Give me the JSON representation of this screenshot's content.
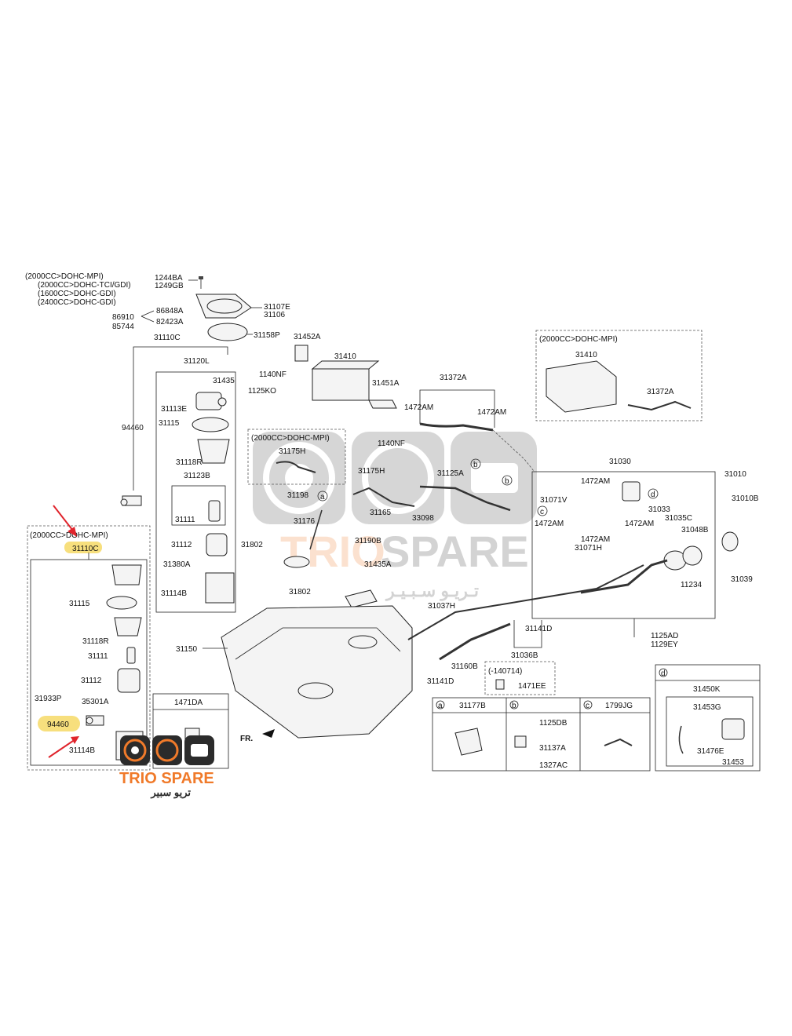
{
  "notes": {
    "top_left_variants": [
      "(2000CC>DOHC-MPI)",
      "(2000CC>DOHC-TCI/GDI)",
      "(1600CC>DOHC-GDI)",
      "(2400CC>DOHC-GDI)"
    ],
    "inset_mpi": "(2000CC>DOHC-MPI)",
    "box_1140714": "(-140714)",
    "fr": "FR."
  },
  "labels": {
    "p1244BA": "1244BA",
    "p1249GB": "1249GB",
    "p31107E": "31107E",
    "p31106": "31106",
    "p86910": "86910",
    "p86848A": "86848A",
    "p82423A": "82423A",
    "p85744": "85744",
    "p31158P": "31158P",
    "p31452A": "31452A",
    "p31410a": "31410",
    "p31410b": "31410",
    "p31110C_top": "31110C",
    "p31120L": "31120L",
    "p31435": "31435",
    "p31113E": "31113E",
    "p31115a": "31115",
    "p31118Ra": "31118R",
    "p31123B": "31123B",
    "p31111a": "31111",
    "p31112a": "31112",
    "p31380A": "31380A",
    "p31114Ba": "31114B",
    "p94460a": "94460",
    "p1140NFa": "1140NF",
    "p1125KO": "1125KO",
    "p31451A": "31451A",
    "p31372Aa": "31372A",
    "p31372Ab": "31372A",
    "p1472AMa": "1472AM",
    "p1472AMb": "1472AM",
    "p1140NFb": "1140NF",
    "p31175Ha": "31175H",
    "p31175Hb": "31175H",
    "p31125A": "31125A",
    "p31198": "31198",
    "p31176": "31176",
    "p31165": "31165",
    "p33098": "33098",
    "p31802a": "31802",
    "p31802b": "31802",
    "p31190B": "31190B",
    "p31435A": "31435A",
    "p31037H": "31037H",
    "p31150": "31150",
    "p31141Da": "31141D",
    "p31036B": "31036B",
    "p31160B": "31160B",
    "p31141Db": "31141D",
    "p1471EE": "1471EE",
    "p31030": "31030",
    "p31010": "31010",
    "p31010B": "31010B",
    "p1472AMc": "1472AM",
    "p31071V": "31071V",
    "p1472AMd": "1472AM",
    "p31033": "31033",
    "p31035C": "31035C",
    "p1472AMe": "1472AM",
    "p31048B": "31048B",
    "p1472AMf": "1472AM",
    "p31071H": "31071H",
    "p11234": "11234",
    "p31039": "31039",
    "p1125AD": "1125AD",
    "p1129EY": "1129EY",
    "p31110C_inset": "31110C",
    "p31115b": "31115",
    "p31118Rb": "31118R",
    "p31111b": "31111",
    "p31112b": "31112",
    "p31933P": "31933P",
    "p35301A": "35301A",
    "p94460b": "94460",
    "p31114Bb": "31114B",
    "p1471DA": "1471DA",
    "circ_a": "a",
    "circ_b": "b",
    "circ_c": "c",
    "circ_d": "d",
    "p31177B": "31177B",
    "p1125DB": "1125DB",
    "p31137A": "31137A",
    "p1327AC": "1327AC",
    "p1799JG": "1799JG",
    "p31450K": "31450K",
    "p31453G": "31453G",
    "p31476E": "31476E",
    "p31453": "31453"
  },
  "watermark": {
    "brand": "TRIO SPARE",
    "arabic": "تريو سبير",
    "arabic_center": "تـريـو سـبـيـر",
    "center_word_a": "TRIO",
    "center_word_b": "SPARE",
    "accent_color": "#f07a2a",
    "dark_color": "#2b2b2b"
  },
  "colors": {
    "highlight": "#f7df7d",
    "arrow": "#e0242c"
  }
}
